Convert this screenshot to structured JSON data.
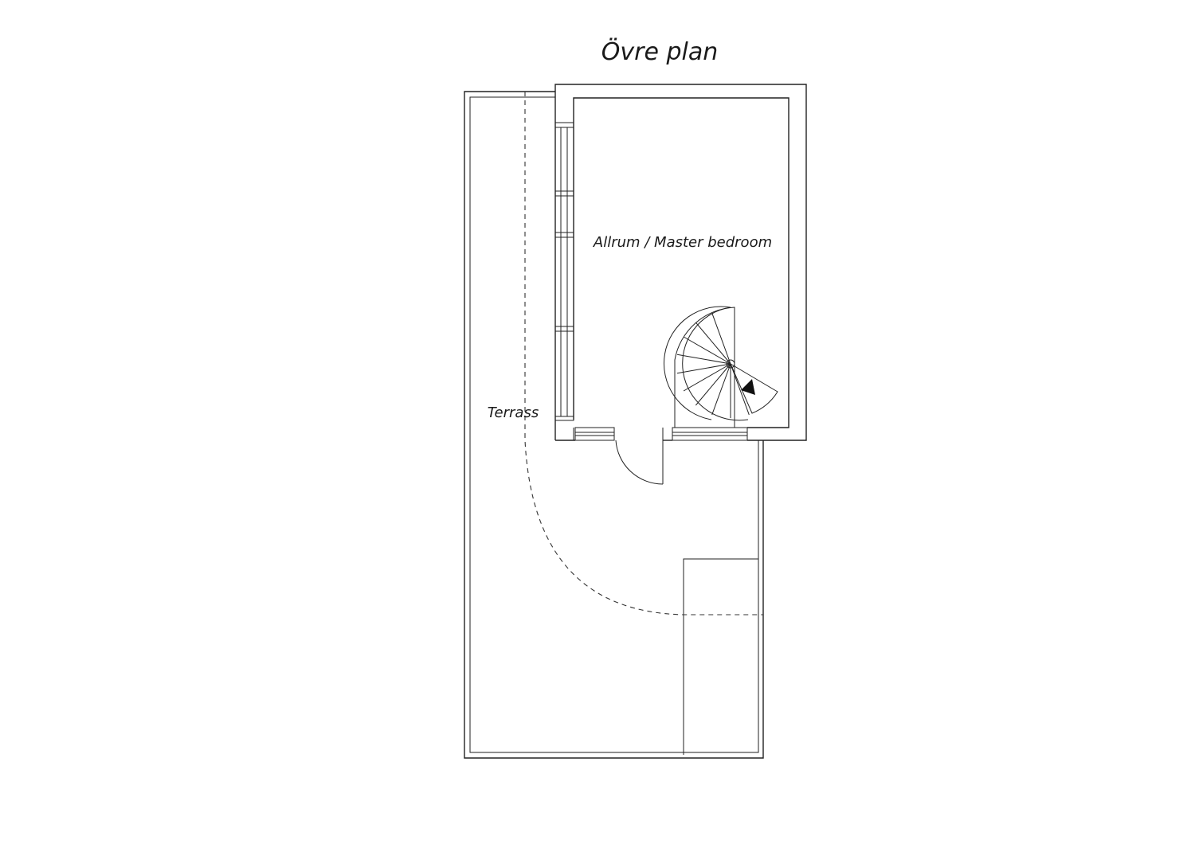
{
  "title": "Övre plan",
  "rooms": {
    "master": "Allrum / Master bedroom",
    "terrace": "Terrass"
  },
  "colors": {
    "line": "#222222",
    "background": "#ffffff"
  }
}
